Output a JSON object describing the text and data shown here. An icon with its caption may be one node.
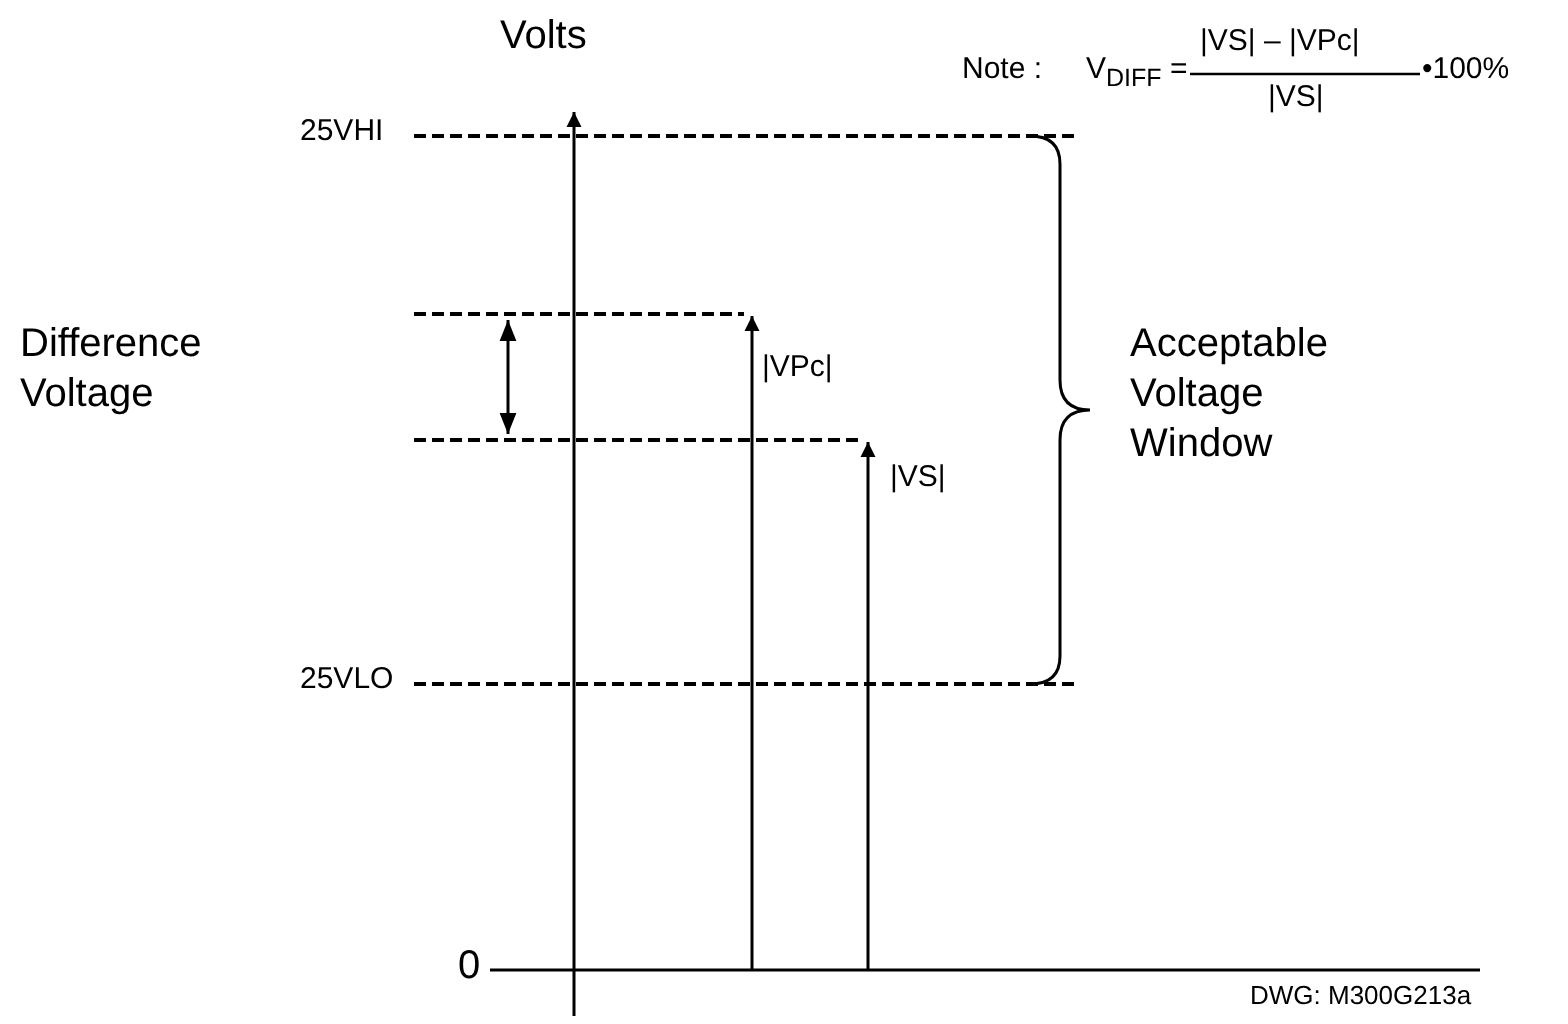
{
  "diagram": {
    "labels": [
      "Volts",
      "Note :",
      "V$_{DIFF}$ =",
      "|VS| – |VPc|",
      "|VS|",
      "•100%",
      "25VHI",
      "Difference Voltage",
      "|VPc|",
      "|VS|",
      "Acceptable Voltage Window",
      "25VLO",
      "0",
      "DWG: M300G213a"
    ]
  }
}
